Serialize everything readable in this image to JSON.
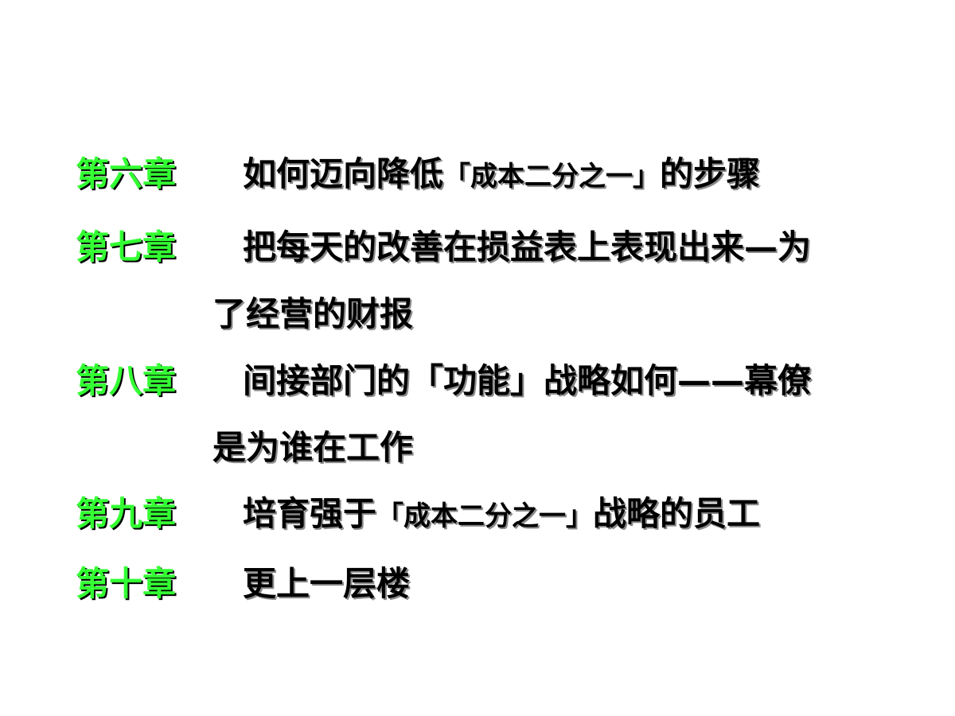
{
  "chapters": [
    {
      "label": "第六章",
      "title_line1_a": "如何迈向降低",
      "title_line1_small": "「成本二分之一」",
      "title_line1_b": "的步骤",
      "title_line2": ""
    },
    {
      "label": "第七章",
      "title_line1_a": "把每天的改善在损益表上表现出来—为",
      "title_line1_small": "",
      "title_line1_b": "",
      "title_line2": "了经营的财报"
    },
    {
      "label": "第八章",
      "title_line1_a": "间接部门的「功能」战略如何——幕僚",
      "title_line1_small": "",
      "title_line1_b": "",
      "title_line2": "是为谁在工作"
    },
    {
      "label": "第九章",
      "title_line1_a": "培育强于",
      "title_line1_small": "「成本二分之一」",
      "title_line1_b": "战略的员工",
      "title_line2": ""
    },
    {
      "label": "第十章",
      "title_line1_a": "更上一层楼",
      "title_line1_small": "",
      "title_line1_b": "",
      "title_line2": ""
    }
  ],
  "colors": {
    "chapter_label": "#33ff33",
    "label_shadow": "#000000",
    "title_text": "#000000",
    "title_shadow": "#8a8a8a",
    "background": "#ffffff"
  }
}
